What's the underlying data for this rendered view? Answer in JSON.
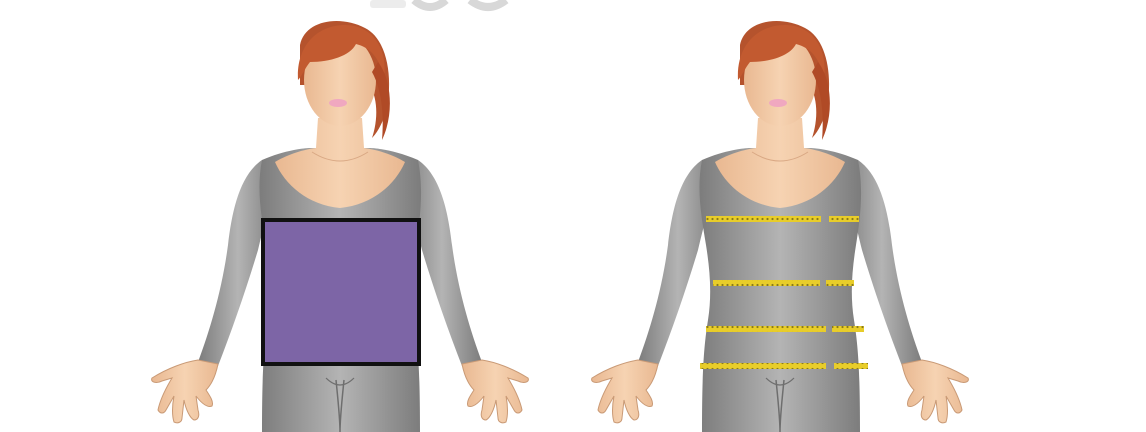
{
  "figures": [
    {
      "id": "left",
      "shape_overlay": "rectangle",
      "overlay_color": "#7d65a6",
      "overlay_border": "#111111"
    },
    {
      "id": "right",
      "measurement_lines": [
        "bust",
        "waist",
        "high-hip",
        "hip"
      ],
      "tape_color": "#f0d82a"
    }
  ],
  "colors": {
    "background": "#ffffff",
    "skin": "#f2c9a3",
    "hair": "#b5532d",
    "bodysuit": "#9a9a9a",
    "lips": "#f0a8c0"
  }
}
